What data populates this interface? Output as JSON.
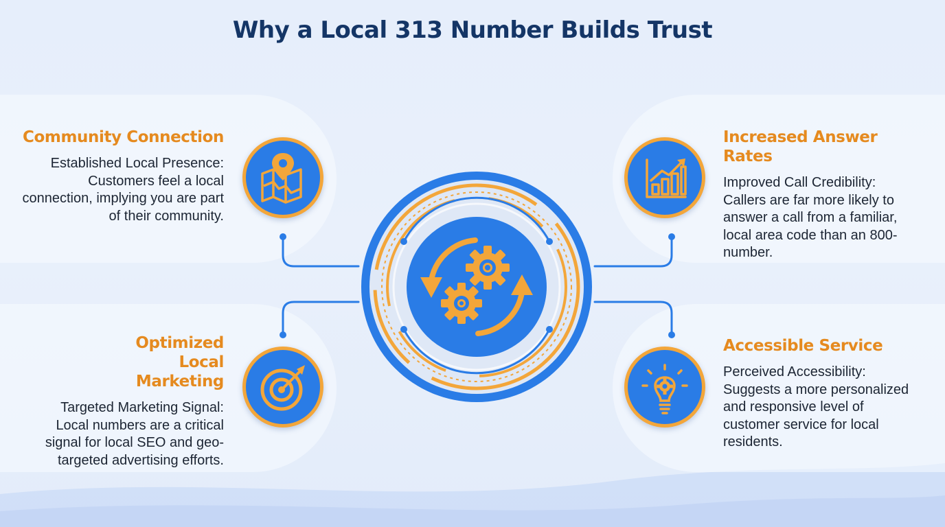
{
  "title": "Why a Local 313 Number Builds Trust",
  "sections": [
    {
      "heading": "Community Connection",
      "label": "Established Local Presence:",
      "text": "Customers feel a local connection, implying you are part of their community.",
      "icon": "map-pin-icon"
    },
    {
      "heading": "Increased Answer Rates",
      "label": "Improved Call Credibility:",
      "text": "Callers are far more likely to answer a call from a familiar, local area code than an 800-number.",
      "icon": "growth-chart-icon"
    },
    {
      "heading": "Optimized Local Marketing",
      "label": "Targeted Marketing Signal:",
      "text": "Local numbers are a critical signal for local SEO and geo-targeted advertising efforts.",
      "icon": "target-icon"
    },
    {
      "heading": "Accessible Service",
      "label": "Perceived Accessibility:",
      "text": "Suggests a more personalized and responsive level of customer service for local residents.",
      "icon": "lightbulb-gear-icon"
    }
  ],
  "center_icon": "gears-cycle-icon",
  "colors": {
    "title": "#143566",
    "heading": "#e58a1f",
    "accent_blue": "#2a7ce6",
    "accent_orange": "#f3a63a",
    "connector": "#2a7ce6",
    "body_text": "#1c2533"
  }
}
